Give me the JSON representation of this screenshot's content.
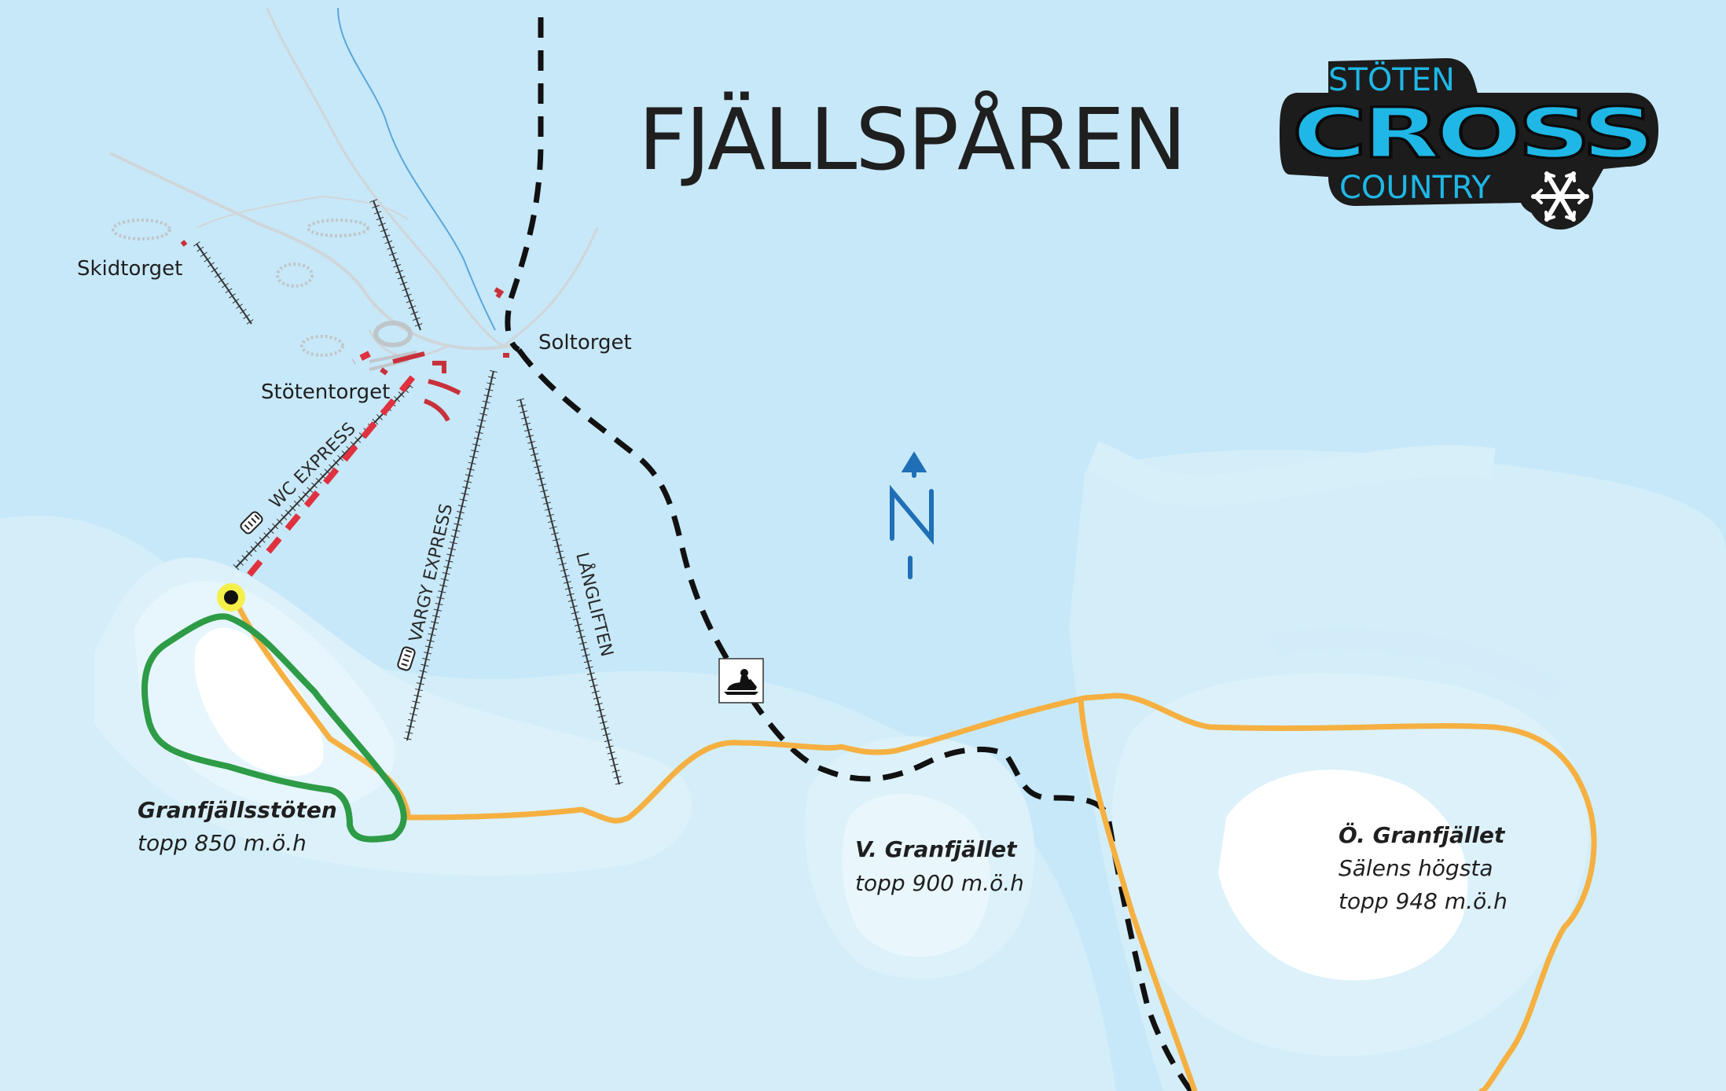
{
  "title": "FJÄLLSPÅREN",
  "logo": {
    "top": "STÖTEN",
    "middle": "CROSS",
    "bottom": "COUNTRY",
    "icon": "snowflake-icon"
  },
  "places": {
    "skidtorget": "Skidtorget",
    "soltorget": "Soltorget",
    "stotentorget": "Stötentorget"
  },
  "lifts": {
    "wc_express": "WC EXPRESS",
    "vargy_express": "VARGY EXPRESS",
    "langliften": "LÅNGLIFTEN"
  },
  "north": "N",
  "peaks": [
    {
      "name": "Granfjällsstöten",
      "lines": [
        "topp 850 m.ö.h"
      ]
    },
    {
      "name": "V. Granfjället",
      "lines": [
        "topp 900 m.ö.h"
      ]
    },
    {
      "name": "Ö. Granfjället",
      "lines": [
        "Sälens högsta",
        "topp 948 m.ö.h"
      ]
    }
  ],
  "colors": {
    "sea": "#c7e8f8",
    "trail_orange": "#f5b041",
    "trail_green": "#2e9b47",
    "route_red": "#e0313f",
    "route_black": "#111111",
    "north_arrow": "#1f6fb6",
    "logo_cyan": "#1fb7e6"
  },
  "icons": [
    "snowmobile-icon",
    "gondola-icon",
    "start-point-icon",
    "north-arrow-icon"
  ]
}
